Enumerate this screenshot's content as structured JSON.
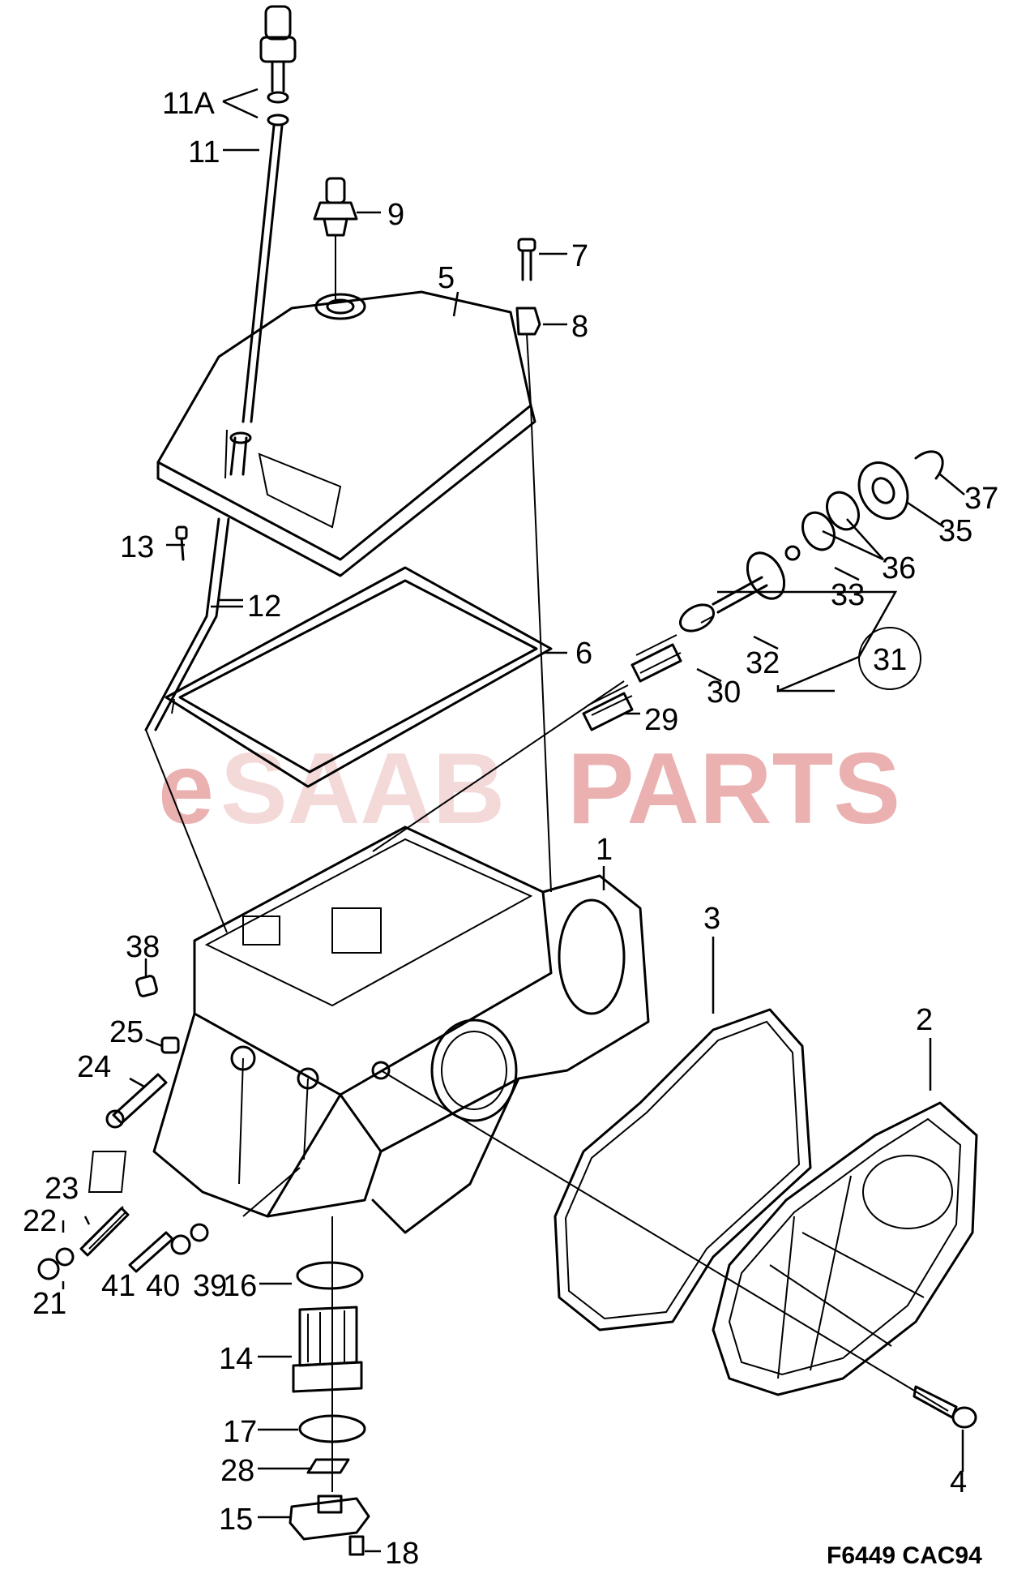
{
  "watermark": {
    "prefix": "e",
    "middle": "SAAB",
    "suffix": "PARTS"
  },
  "figure_code": "F6449 CAC94",
  "callouts": [
    {
      "id": "1"
    },
    {
      "id": "2"
    },
    {
      "id": "3"
    },
    {
      "id": "4"
    },
    {
      "id": "5"
    },
    {
      "id": "6"
    },
    {
      "id": "7"
    },
    {
      "id": "8"
    },
    {
      "id": "9"
    },
    {
      "id": "11"
    },
    {
      "id": "11A"
    },
    {
      "id": "12"
    },
    {
      "id": "13"
    },
    {
      "id": "14"
    },
    {
      "id": "15"
    },
    {
      "id": "16"
    },
    {
      "id": "17"
    },
    {
      "id": "18"
    },
    {
      "id": "21"
    },
    {
      "id": "22"
    },
    {
      "id": "23"
    },
    {
      "id": "24"
    },
    {
      "id": "25"
    },
    {
      "id": "28"
    },
    {
      "id": "29"
    },
    {
      "id": "30"
    },
    {
      "id": "31"
    },
    {
      "id": "32"
    },
    {
      "id": "33"
    },
    {
      "id": "35"
    },
    {
      "id": "36"
    },
    {
      "id": "37"
    },
    {
      "id": "38"
    },
    {
      "id": "39"
    },
    {
      "id": "40"
    },
    {
      "id": "41"
    }
  ]
}
